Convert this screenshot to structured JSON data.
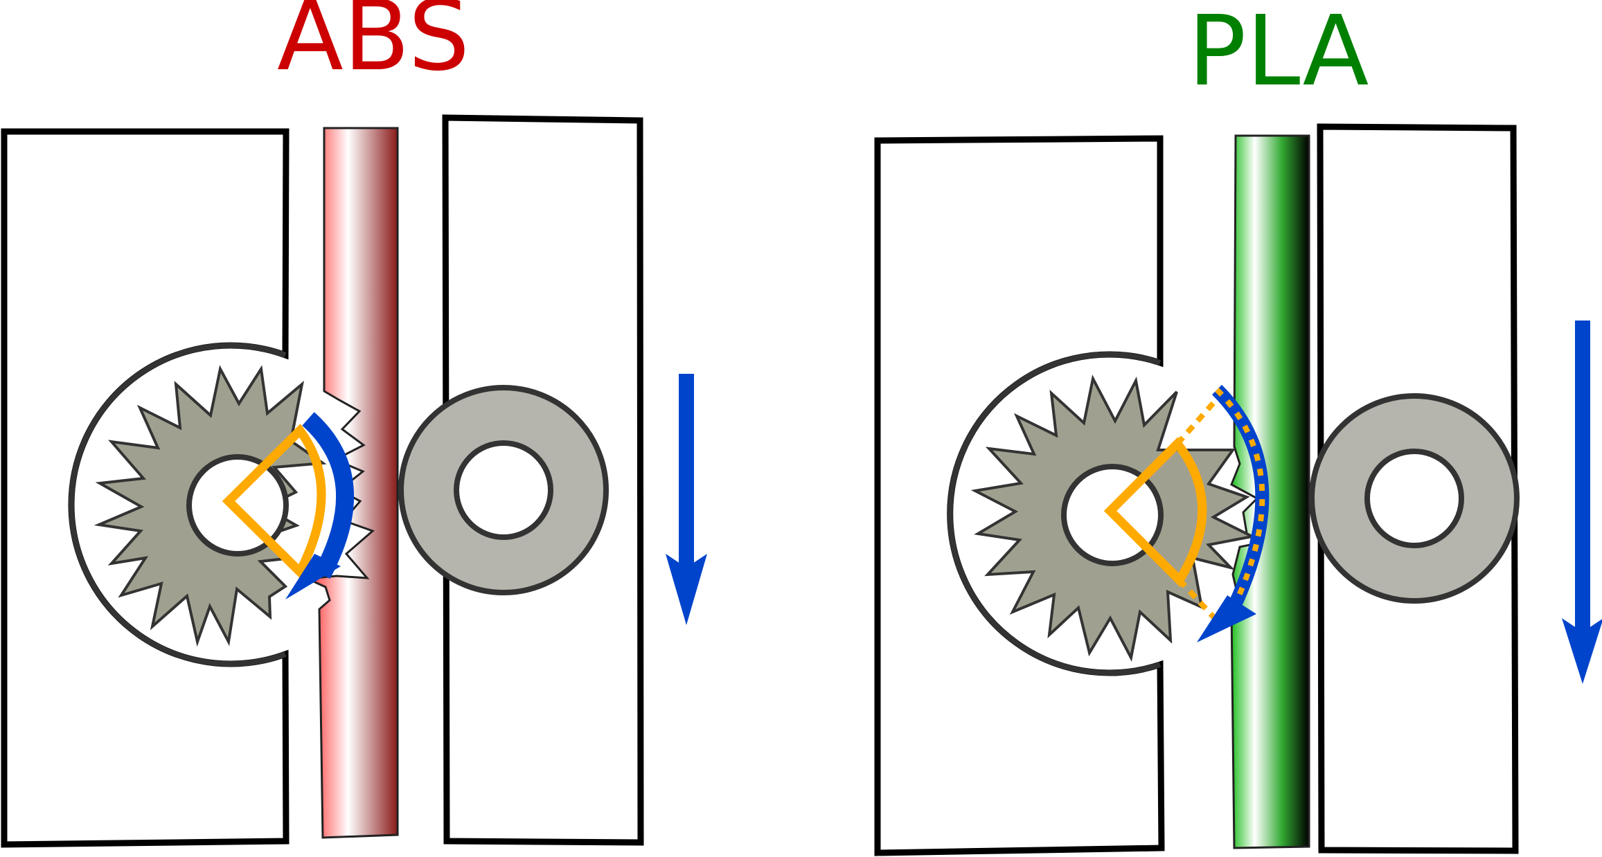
{
  "panels": [
    {
      "id": "abs",
      "label": "ABS",
      "label_color": "#cc0000",
      "filament_colors": [
        "#ff2a2a",
        "#ffffff",
        "#8b1a1a"
      ],
      "filament_state": "deformed"
    },
    {
      "id": "pla",
      "label": "PLA",
      "label_color": "#008000",
      "filament_colors": [
        "#1fbf1f",
        "#ffffff",
        "#000000"
      ],
      "filament_state": "intact"
    }
  ],
  "colors": {
    "gear_fill": "#a0a090",
    "bearing_fill": "#b5b5ad",
    "outline": "#333333",
    "frame": "#000000",
    "wedge": "#ffaa00",
    "arrow": "#0044cc"
  },
  "icons": {
    "drive_gear": "gear-icon",
    "idler": "bearing-icon",
    "direction": "arrow-down-icon"
  }
}
